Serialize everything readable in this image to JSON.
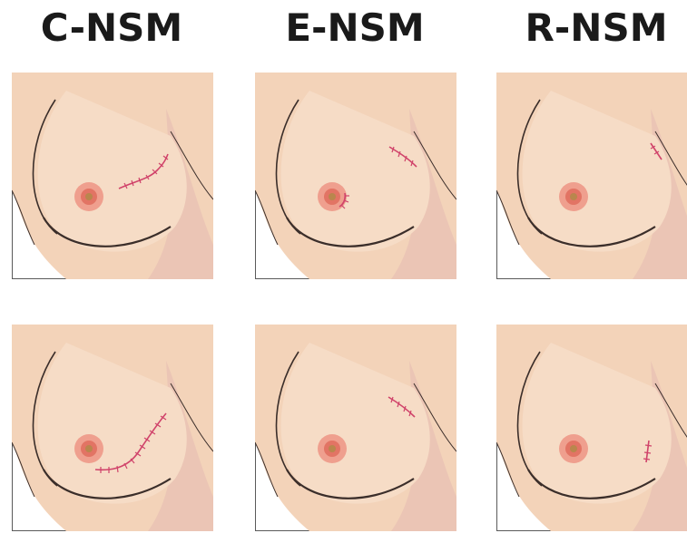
{
  "columns": [
    {
      "title": "C-NSM"
    },
    {
      "title": "E-NSM"
    },
    {
      "title": "R-NSM"
    }
  ],
  "panels": [
    {
      "name": "c-nsm-top",
      "incision": "curved inframammary-lateral",
      "variant": "c1"
    },
    {
      "name": "e-nsm-top",
      "incision": "axillary + periareolar",
      "variant": "e1"
    },
    {
      "name": "r-nsm-top",
      "incision": "lateral axillary short",
      "variant": "r1"
    },
    {
      "name": "c-nsm-bottom",
      "incision": "long inframammary-lateral",
      "variant": "c2"
    },
    {
      "name": "e-nsm-bottom",
      "incision": "axillary",
      "variant": "e2"
    },
    {
      "name": "r-nsm-bottom",
      "incision": "lateral chest short",
      "variant": "r2"
    }
  ],
  "colors": {
    "skin": "#f3d3b9",
    "skin_light": "#f6dcc6",
    "shadow": "#e8c2b4",
    "outline": "#3b2e2a",
    "areola_outer": "#ef9f8e",
    "areola_inner": "#e27464",
    "nipple": "#b9864d",
    "incision": "#d0436a",
    "frame": "#5a5a5a"
  }
}
